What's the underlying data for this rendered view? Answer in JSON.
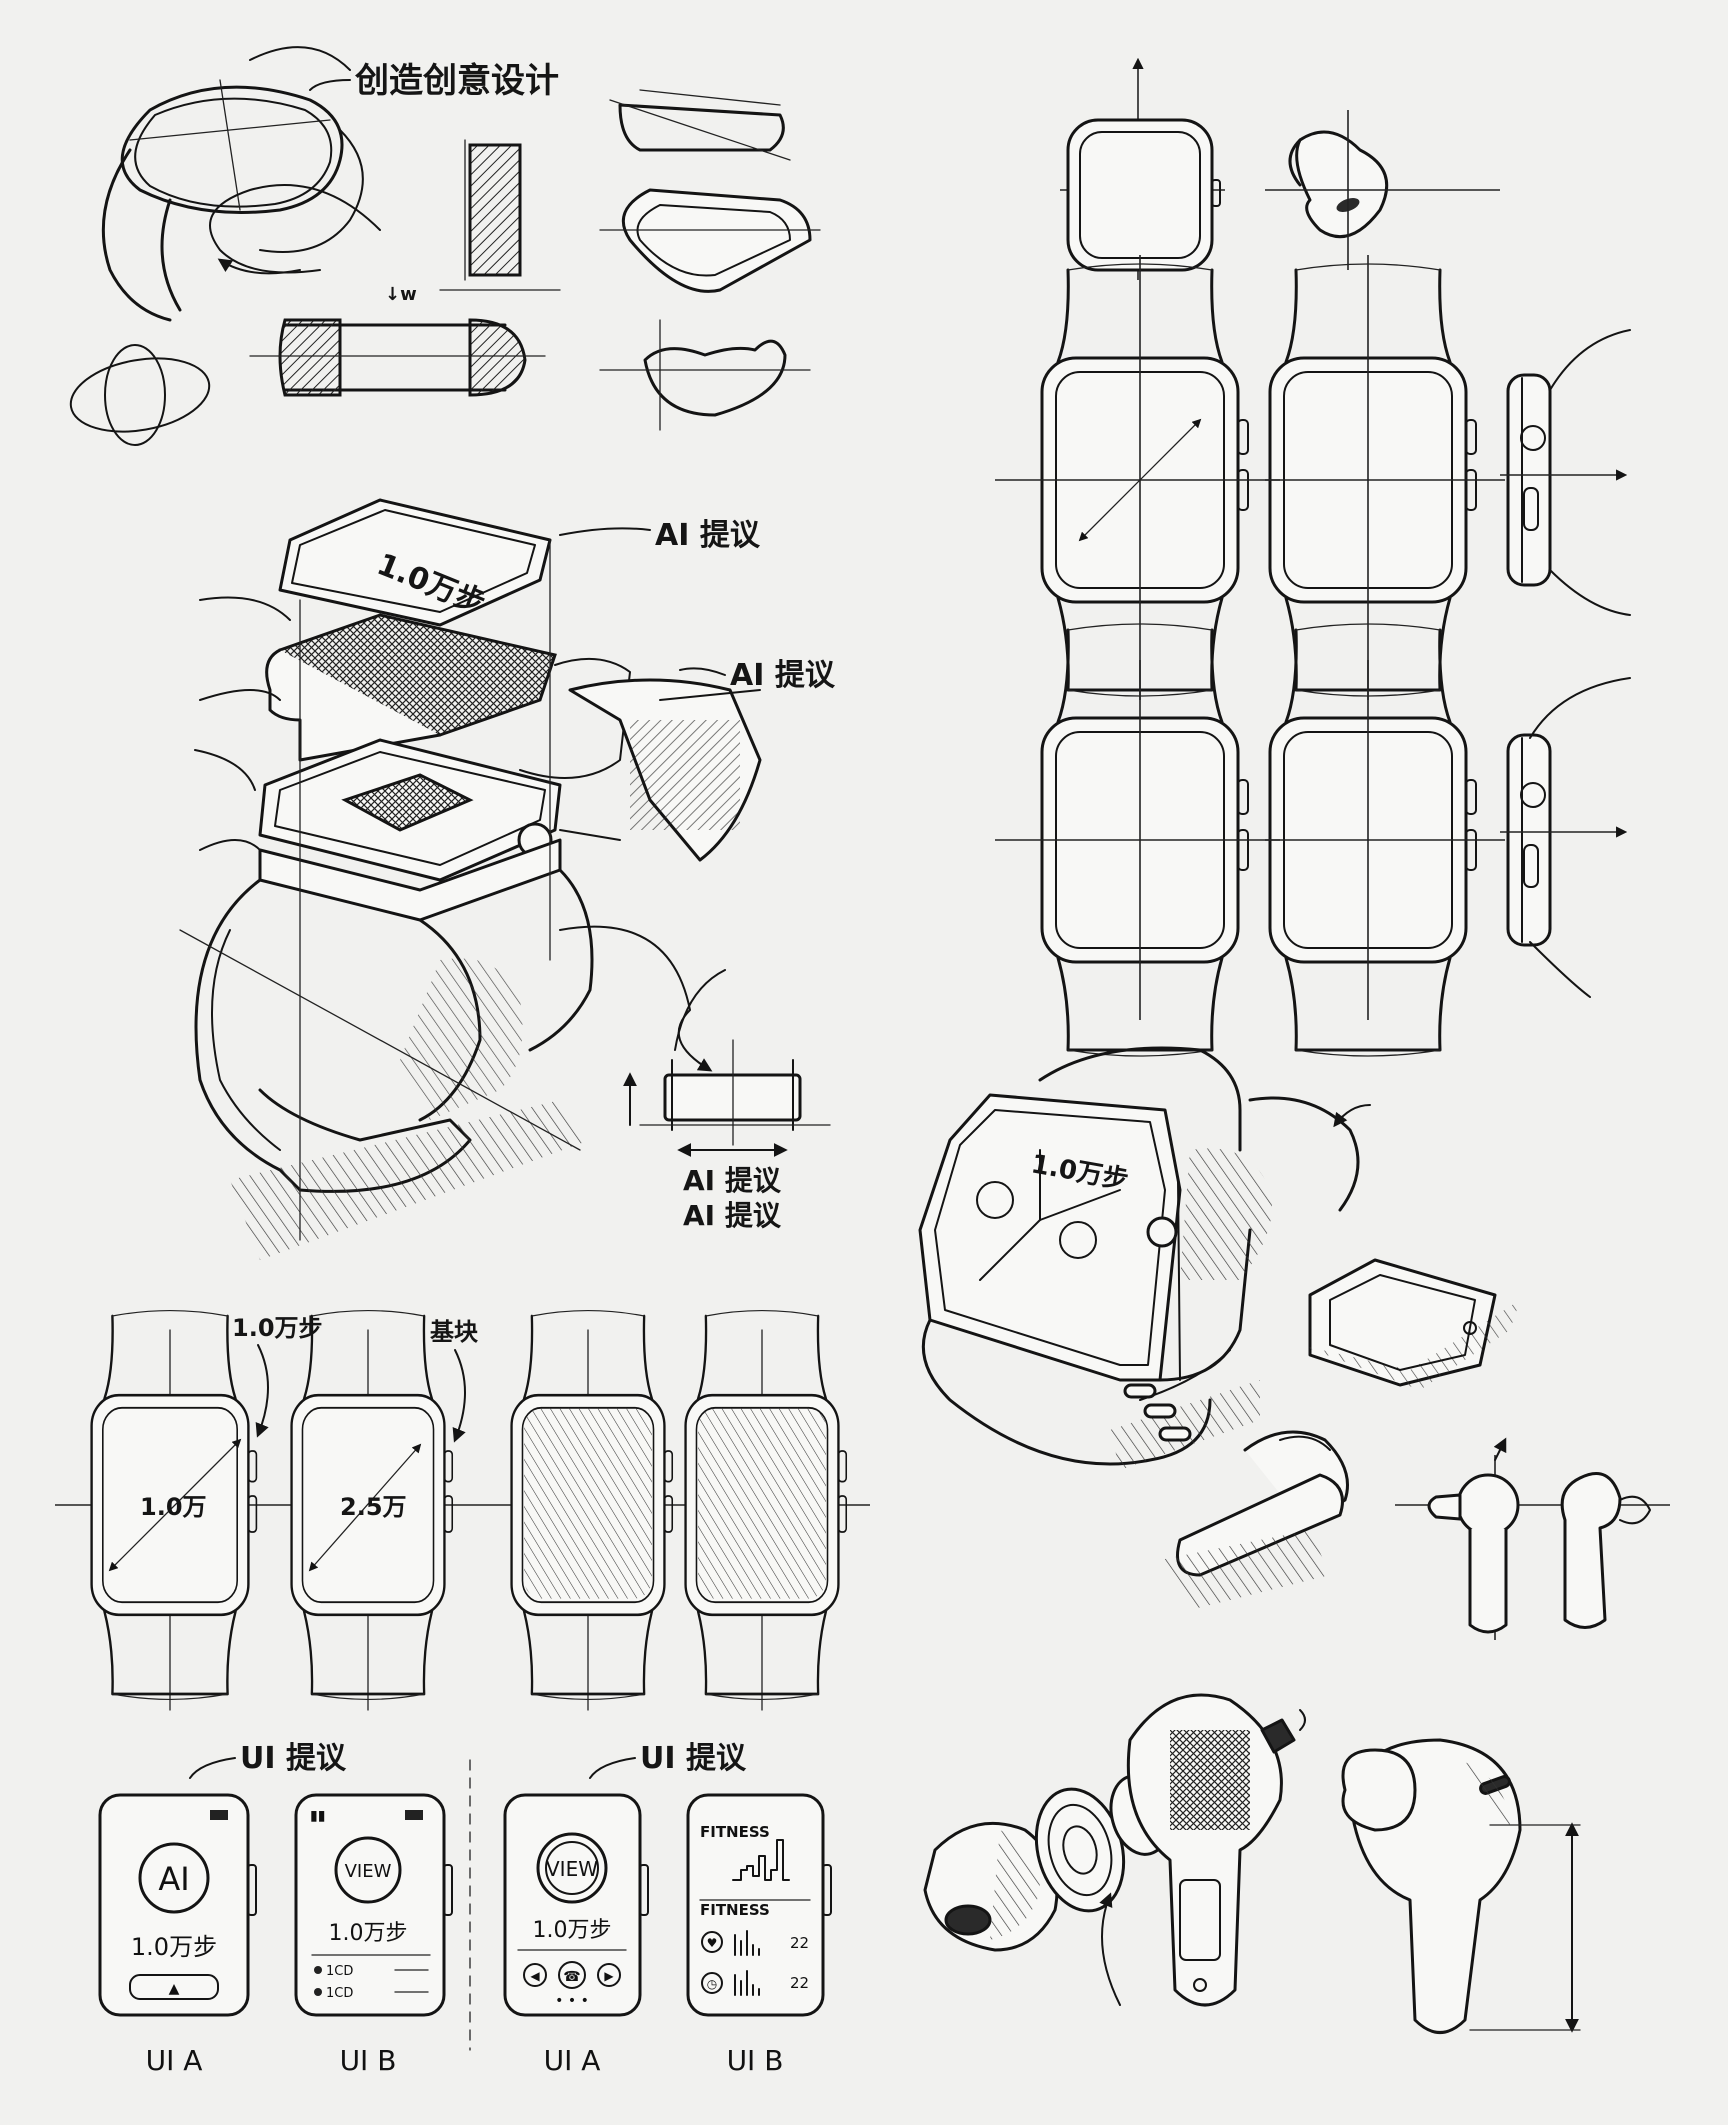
{
  "labels": {
    "create": "创造创意设计",
    "ai_1": "AI 提议",
    "ai_2": "AI 提议",
    "ai_3": "AI 提议",
    "ai_4": "AI 提议",
    "steps_screen": "1.0万步",
    "steps_callout": "1.0万步",
    "module_callout": "基块",
    "face_1": "1.0万",
    "face_2": "2.5万",
    "watch_face_steps": "1.0万步",
    "ui_prop_1": "UI 提议",
    "ui_prop_2": "UI 提议"
  },
  "ui_screens": [
    {
      "caption": "UI A",
      "center": "AI",
      "value": "1.0万步"
    },
    {
      "caption": "UI B",
      "center": "VIEW",
      "value": "1.0万步",
      "rows": [
        "1CD",
        "1CD"
      ]
    },
    {
      "caption": "UI A",
      "center": "VIEW",
      "value": "1.0万步"
    },
    {
      "caption": "UI B",
      "title1": "FITNESS",
      "title2": "FITNESS",
      "num1": "22",
      "num2": "22"
    }
  ]
}
